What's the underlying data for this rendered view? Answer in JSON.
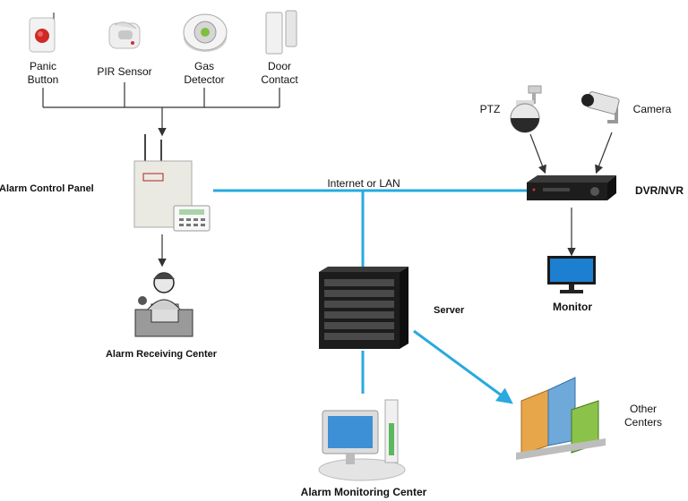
{
  "sensors": {
    "panic_button": "Panic\nButton",
    "pir_sensor": "PIR Sensor",
    "gas_detector": "Gas\nDetector",
    "door_contact": "Door\nContact"
  },
  "nodes": {
    "alarm_control_panel": "Alarm Control Panel",
    "alarm_receiving_center": "Alarm Receiving Center",
    "server": "Server",
    "alarm_monitoring_center": "Alarm Monitoring Center",
    "other_centers": "Other\nCenters",
    "ptz": "PTZ",
    "camera": "Camera",
    "dvr_nvr": "DVR/NVR",
    "monitor": "Monitor"
  },
  "network": {
    "link_label": "Internet or LAN"
  },
  "colors": {
    "network_line": "#29a9df",
    "connector": "#333333"
  },
  "icons": [
    "panic-button-icon",
    "pir-sensor-icon",
    "gas-detector-icon",
    "door-contact-icon",
    "alarm-panel-icon",
    "operator-icon",
    "server-rack-icon",
    "monitoring-workstation-icon",
    "buildings-icon",
    "ptz-camera-icon",
    "bullet-camera-icon",
    "dvr-icon",
    "monitor-icon"
  ]
}
